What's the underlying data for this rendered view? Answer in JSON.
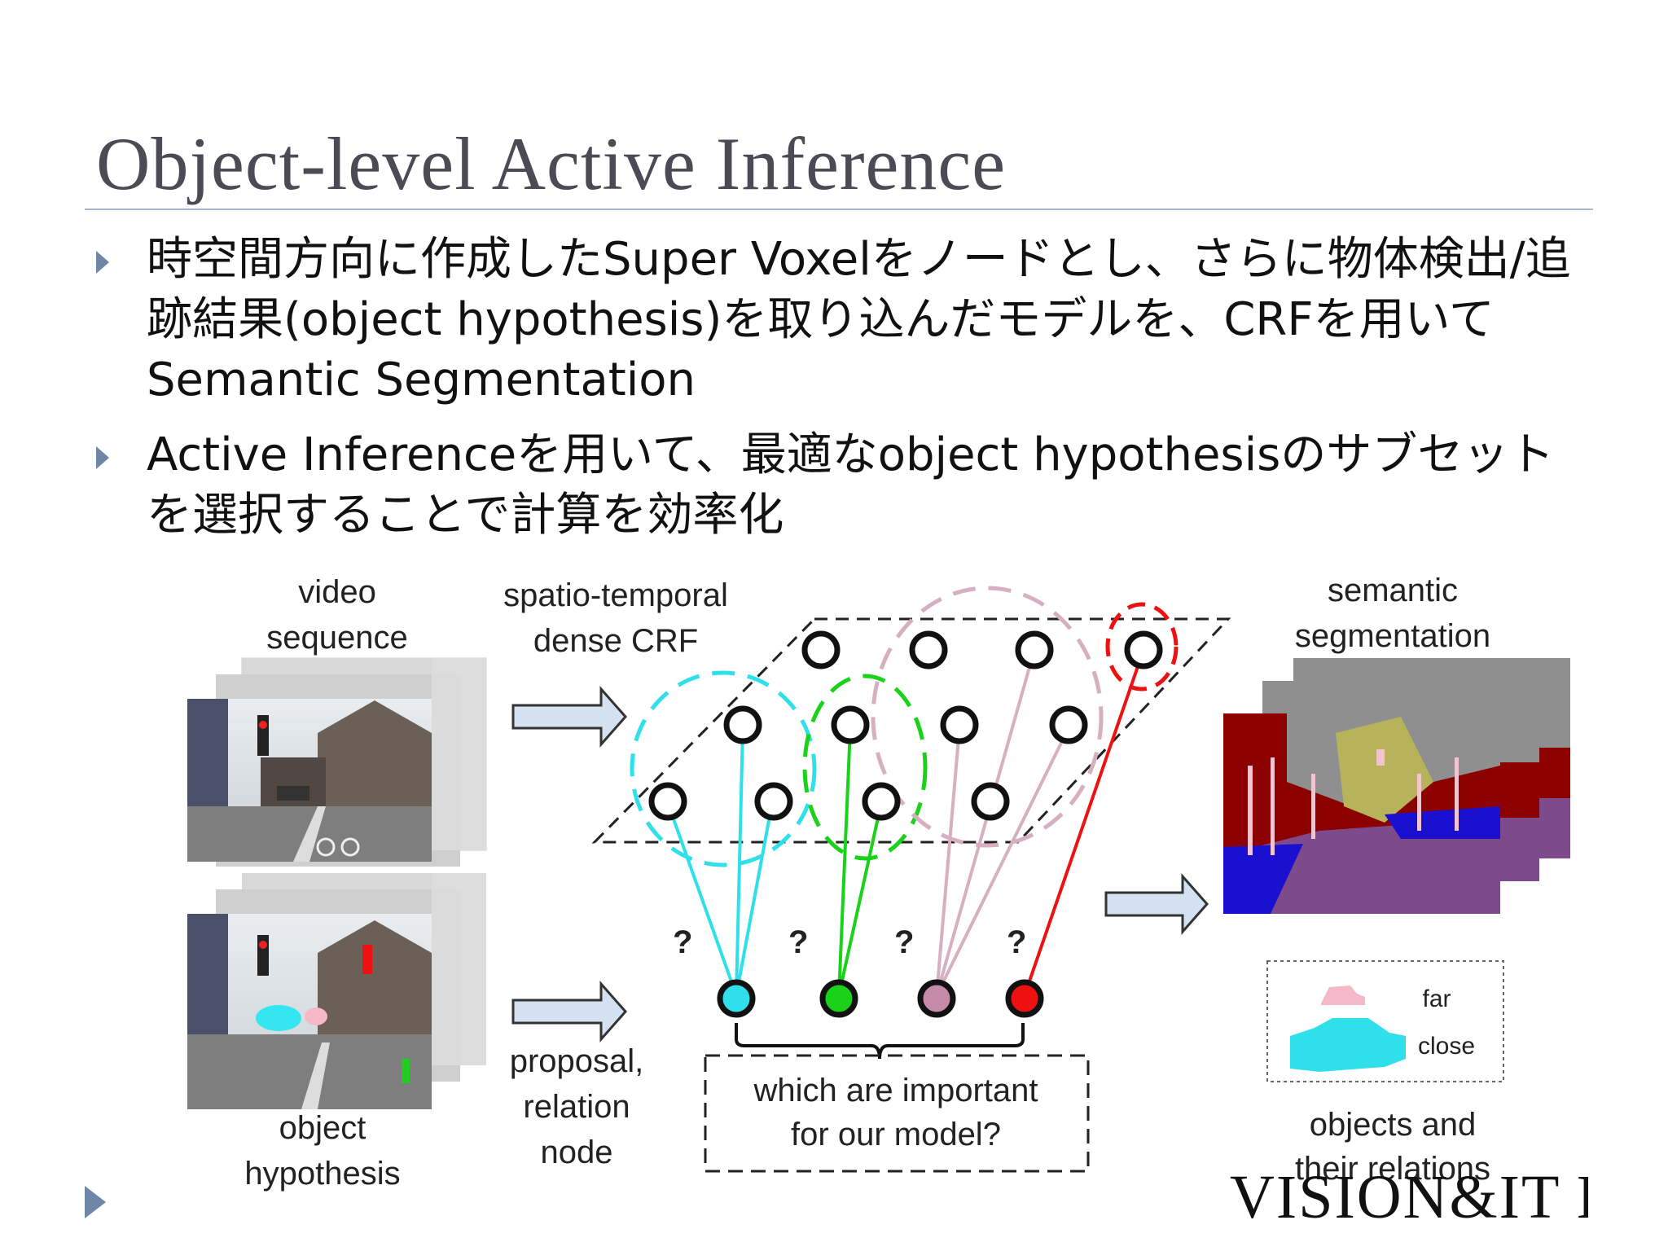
{
  "slide": {
    "title": "Object-level Active Inference",
    "bullets": [
      "時空間方向に作成したSuper Voxelをノードとし、さらに物体検出/追跡結果(object hypothesis)を取り込んだモデルを、CRFを用いてSemantic Segmentation",
      "Active Inferenceを用いて、最適なobject hypothesisのサブセットを選択することで計算を効率化"
    ],
    "logo_text": "VISION&IT Lab"
  },
  "figure": {
    "labels": {
      "video_line1": "video",
      "video_line2": "sequence",
      "crf_line1": "spatio-temporal",
      "crf_line2": "dense CRF",
      "semantic_line1": "semantic",
      "semantic_line2": "segmentation",
      "object_line1": "object",
      "object_line2": "hypothesis",
      "proposal_line1": "proposal,",
      "proposal_line2": "relation",
      "proposal_line3": "node",
      "question_line1": "which are important",
      "question_line2": "for our model?",
      "legend_far": "far",
      "legend_close": "close",
      "relations_line1": "objects and",
      "relations_line2": "their relations",
      "qmark": "?"
    },
    "colors": {
      "cyan": "#2fe0ea",
      "green": "#19d219",
      "mauve": "#c48aa8",
      "red": "#ee1111",
      "pink_line": "#d6b0c0",
      "arrow_fill": "#d4e1f0",
      "seg_maroon": "#8c0000",
      "seg_purple": "#7d4a8c",
      "seg_blue": "#1a10cf",
      "seg_gray": "#8f8f8f"
    }
  }
}
